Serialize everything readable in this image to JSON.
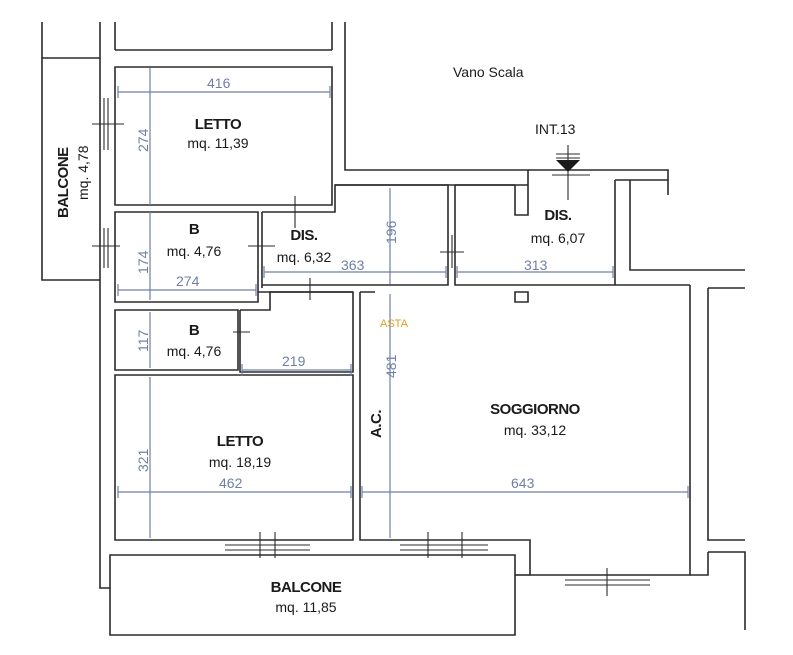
{
  "rooms": {
    "letto_top": {
      "name": "LETTO",
      "area": "mq. 11,39"
    },
    "bagno_1": {
      "name": "B",
      "area": "mq. 4,76"
    },
    "dis_1": {
      "name": "DIS.",
      "area": "mq. 6,32"
    },
    "dis_2": {
      "name": "DIS.",
      "area": "mq. 6,07"
    },
    "bagno_2": {
      "name": "B",
      "area": "mq. 4,76"
    },
    "letto_bottom": {
      "name": "LETTO",
      "area": "mq. 18,19"
    },
    "soggiorno": {
      "name": "SOGGIORNO",
      "area": "mq. 33,12"
    },
    "balcone_left": {
      "name": "BALCONE",
      "area": "mq. 4,78"
    },
    "balcone_bottom": {
      "name": "BALCONE",
      "area": "mq. 11,85"
    }
  },
  "labels": {
    "vano_scala": "Vano Scala",
    "int": "INT.13",
    "ac": "A.C.",
    "asta": "ASTA"
  },
  "dimensions": {
    "d416": "416",
    "d274_v": "274",
    "d174": "174",
    "d274_h": "274",
    "d196": "196",
    "d363": "363",
    "d313": "313",
    "d117": "117",
    "d219": "219",
    "d481": "481",
    "d321": "321",
    "d462": "462",
    "d643": "643"
  }
}
